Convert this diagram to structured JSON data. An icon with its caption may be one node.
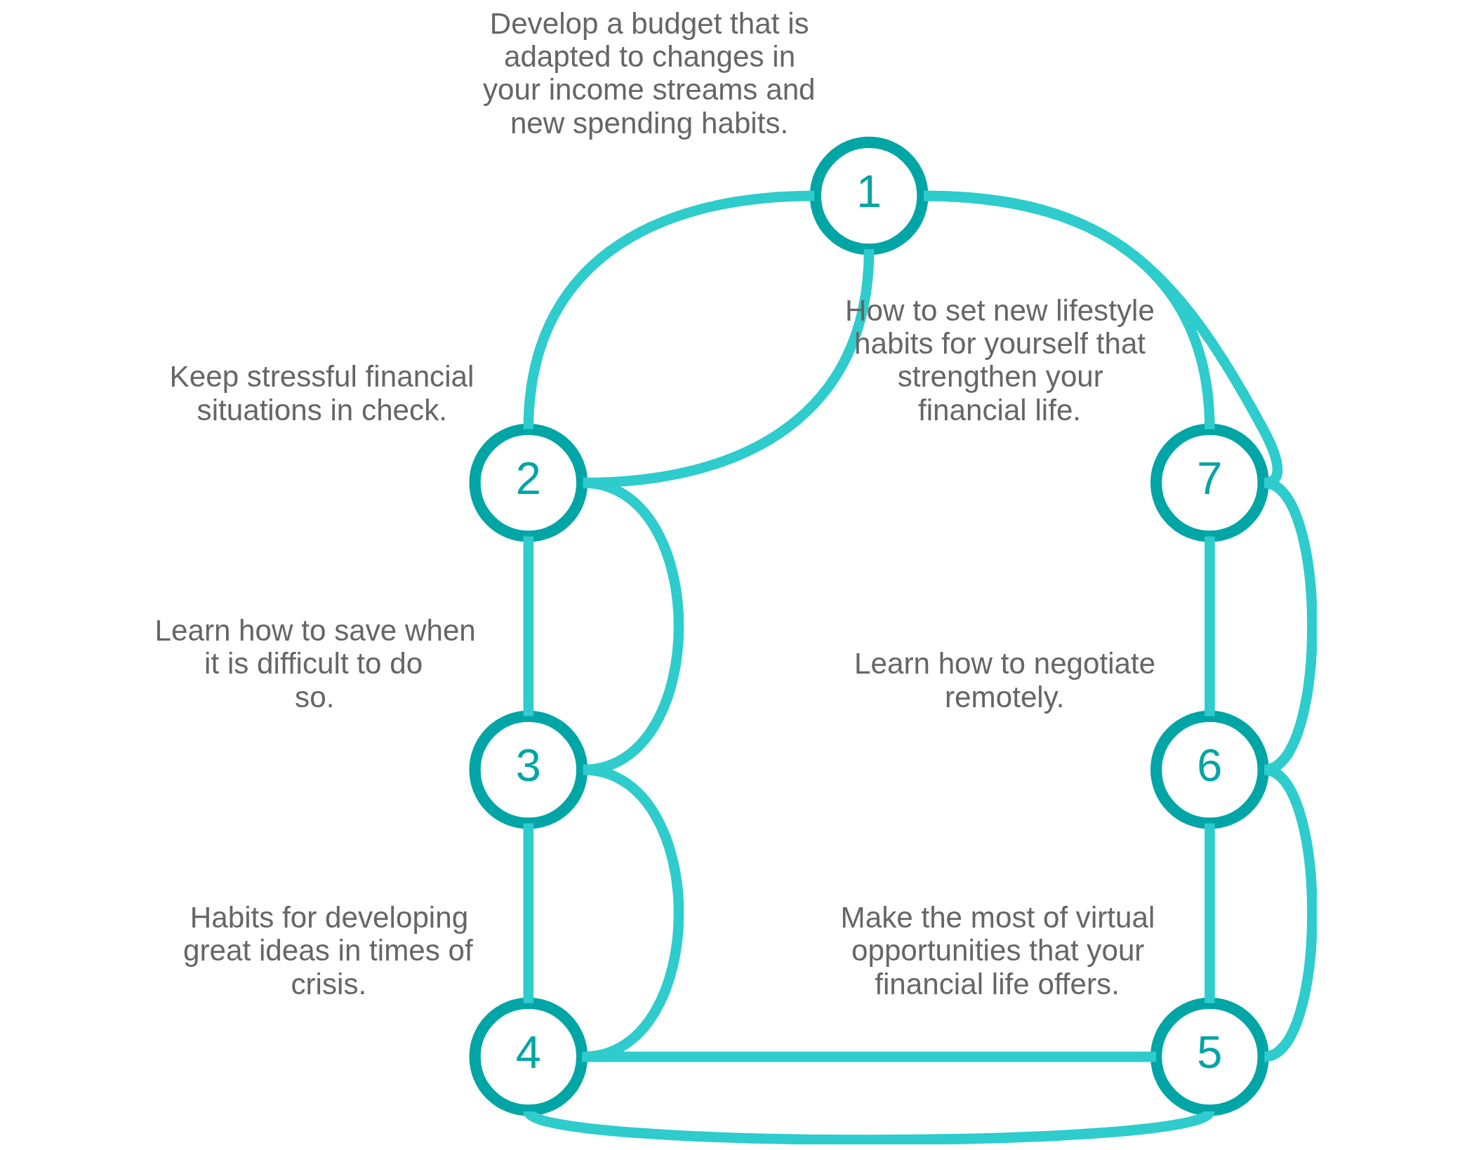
{
  "diagram": {
    "nodes": [
      {
        "text": [
          "1"
        ],
        "beside": [
          "Develop a budget that is adapted to changes in your income streams and new spending habits."
        ]
      },
      {
        "text": [
          "2"
        ],
        "beside": [
          "Keep stressful financial situations in check."
        ]
      },
      {
        "text": [
          "3"
        ],
        "beside": [
          "Learn how to save when it is difficult to do so."
        ]
      },
      {
        "text": [
          "4"
        ],
        "beside": [
          "Habits for developing great ideas in times of crisis."
        ]
      },
      {
        "text": [
          "5"
        ],
        "beside": [
          "Make the most of virtual opportunities that your financial life offers."
        ]
      },
      {
        "text": [
          "6"
        ],
        "beside": [
          "Learn how to negotiate remotely."
        ]
      },
      {
        "text": [
          "7"
        ],
        "beside": [
          "How to set new lifestyle habits for yourself that strengthen your financial life."
        ]
      }
    ],
    "edges": [
      {
        "from": 0,
        "to": 1,
        "arrow": "none"
      },
      {
        "from": 1,
        "to": 2,
        "arrow": "none"
      },
      {
        "from": 2,
        "to": 3,
        "arrow": "none"
      },
      {
        "from": 3,
        "to": 4,
        "arrow": "none"
      },
      {
        "from": 4,
        "to": 5,
        "arrow": "none"
      },
      {
        "from": 5,
        "to": 6,
        "arrow": "none"
      },
      {
        "from": 6,
        "to": 0,
        "arrow": "none"
      },
      {
        "from": 0,
        "to": 1,
        "arrow": "none"
      },
      {
        "from": 1,
        "to": 2,
        "arrow": "none"
      },
      {
        "from": 2,
        "to": 3,
        "arrow": "none"
      },
      {
        "from": 3,
        "to": 4,
        "arrow": "none"
      },
      {
        "from": 4,
        "to": 5,
        "arrow": "none"
      },
      {
        "from": 5,
        "to": 6,
        "arrow": "none"
      },
      {
        "from": 6,
        "to": 0,
        "arrow": "none"
      }
    ]
  }
}
